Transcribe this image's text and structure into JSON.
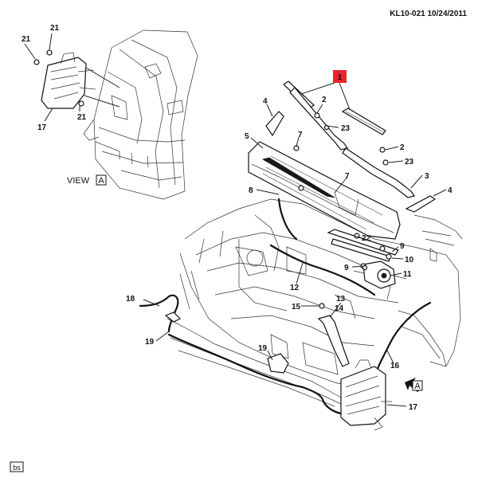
{
  "header": {
    "code": "KL10-021",
    "date": "10/24/2011"
  },
  "view_label": {
    "text": "VIEW",
    "letter": "A"
  },
  "view_arrow_letter": "A",
  "corner_tag": "bs",
  "highlight": {
    "number": "1",
    "color": "#e8242c"
  },
  "callouts": {
    "c21a": "21",
    "c21b": "21",
    "c21c": "21",
    "c17a": "17",
    "c2a": "2",
    "c4a": "4",
    "c23a": "23",
    "c5": "5",
    "c7a": "7",
    "c2b": "2",
    "c23b": "23",
    "c3": "3",
    "c7b": "7",
    "c8": "8",
    "c4b": "4",
    "c22": "22",
    "c9a": "9",
    "c9b": "9",
    "c10": "10",
    "c11": "11",
    "c12": "12",
    "c18": "18",
    "c15": "15",
    "c13": "13",
    "c14": "14",
    "c19a": "19",
    "c19b": "19",
    "c16": "16",
    "c17b": "17"
  }
}
